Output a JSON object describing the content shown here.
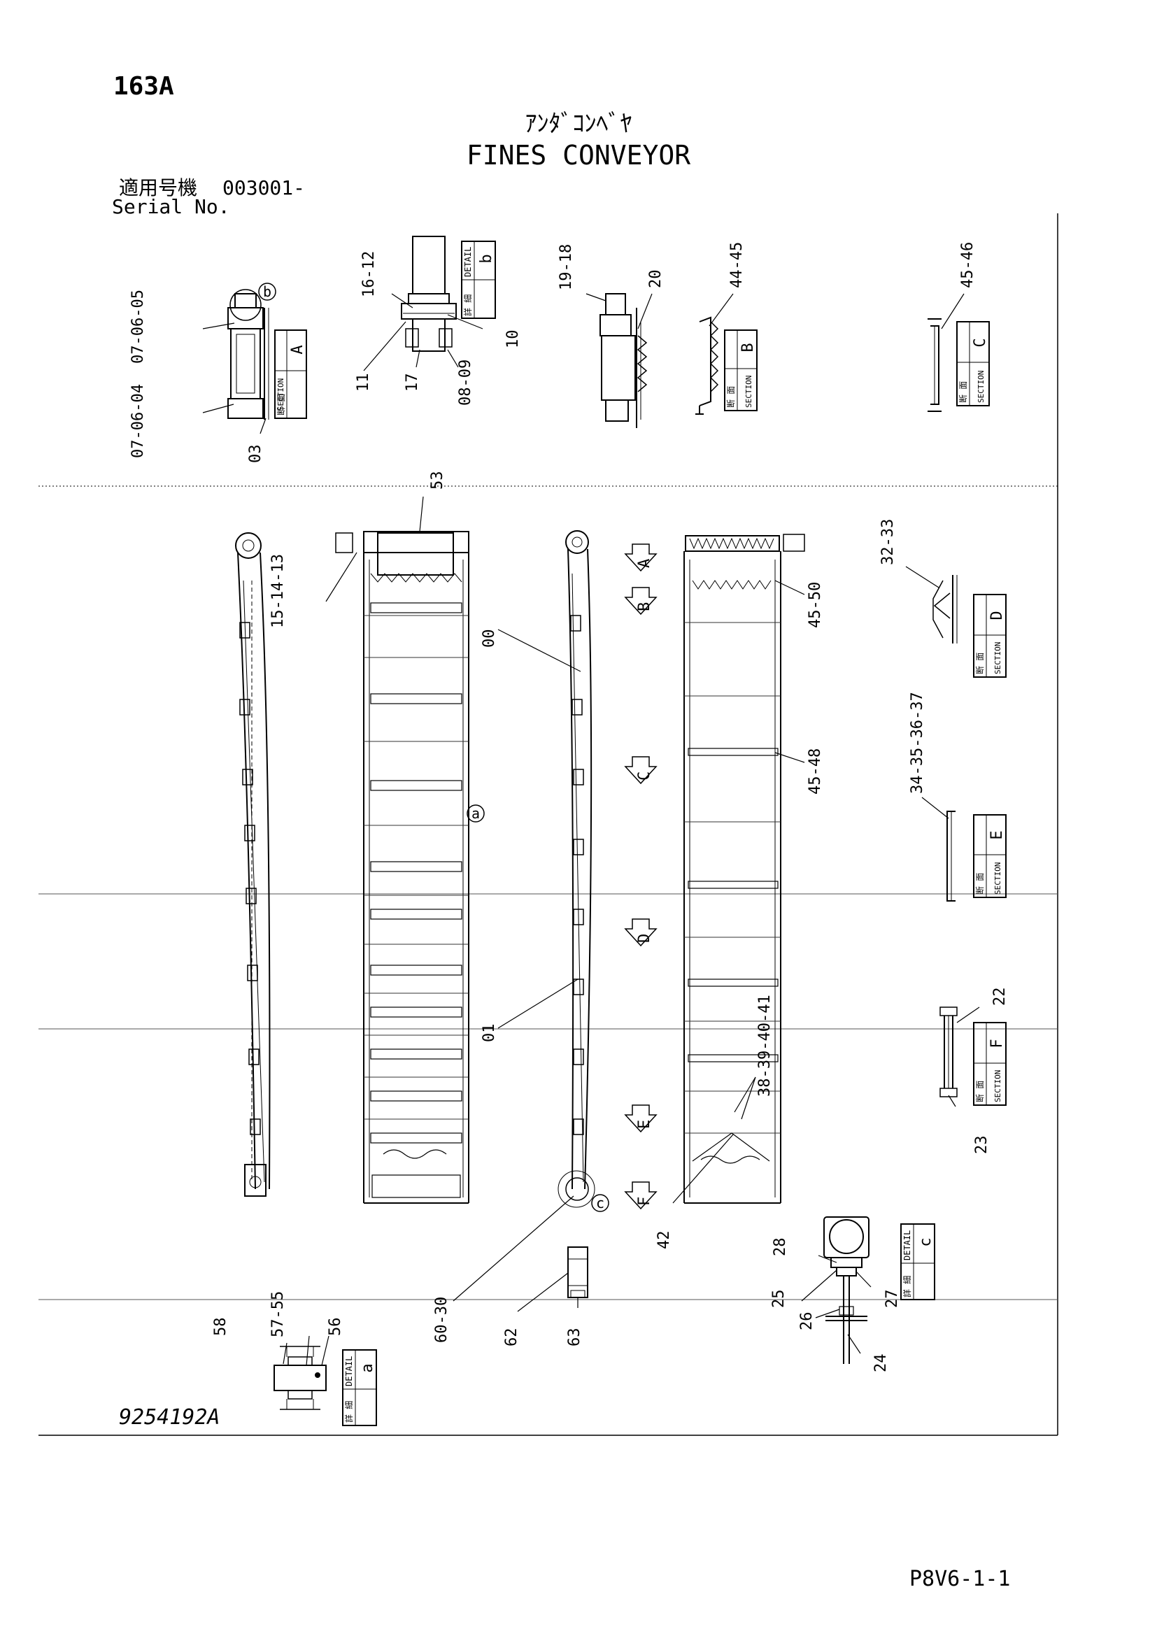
{
  "header": {
    "page_code": "163A",
    "title_jp": "ｱﾝﾀﾞｺﾝﾍﾞﾔ",
    "title_en": "FINES CONVEYOR",
    "serial_label_jp": "適用号機",
    "serial_value": "003001-",
    "serial_label_en": "Serial No."
  },
  "footer": {
    "drawing_number": "9254192A",
    "sheet_number": "P8V6-1-1"
  },
  "boxes": {
    "section_a": {
      "jp": "断 面",
      "en": "SECTION",
      "letter": "A"
    },
    "section_b": {
      "jp": "断 面",
      "en": "SECTION",
      "letter": "B"
    },
    "section_c": {
      "jp": "断 面",
      "en": "SECTION",
      "letter": "C"
    },
    "section_d": {
      "jp": "断 面",
      "en": "SECTION",
      "letter": "D"
    },
    "section_e": {
      "jp": "断 面",
      "en": "SECTION",
      "letter": "E"
    },
    "section_f": {
      "jp": "断 面",
      "en": "SECTION",
      "letter": "F"
    },
    "detail_a": {
      "jp": "詳 細",
      "en": "DETAIL",
      "letter": "a"
    },
    "detail_b": {
      "jp": "詳 細",
      "en": "DETAIL",
      "letter": "b"
    },
    "detail_c": {
      "jp": "詳 細",
      "en": "DETAIL",
      "letter": "c"
    }
  },
  "markers": {
    "arrow_a": "A",
    "arrow_b": "B",
    "arrow_c": "C",
    "arrow_d": "D",
    "arrow_e": "E",
    "arrow_f": "F",
    "circle_a": "a",
    "circle_b": "b",
    "circle_c": "c"
  },
  "callouts": {
    "c07_05": "07-06-05",
    "c07_04": "07-06-04",
    "c03": "03",
    "c16_12": "16-12",
    "c11": "11",
    "c17": "17",
    "c08_09": "08-09",
    "c10": "10",
    "c19_18": "19-18",
    "c20": "20",
    "c44_45": "44-45",
    "c45_46": "45-46",
    "c53": "53",
    "c15_13": "15-14-13",
    "c00": "00",
    "c45_50": "45-50",
    "c32_33": "32-33",
    "c45_48": "45-48",
    "c34_37": "34-35-36-37",
    "c01": "01",
    "c22": "22",
    "c23": "23",
    "c38_41": "38-39-40-41",
    "c42": "42",
    "c28": "28",
    "c25": "25",
    "c26": "26",
    "c27": "27",
    "c24": "24",
    "c60_30": "60-30",
    "c62": "62",
    "c63": "63",
    "c58": "58",
    "c57_55": "57-55",
    "c56": "56"
  }
}
